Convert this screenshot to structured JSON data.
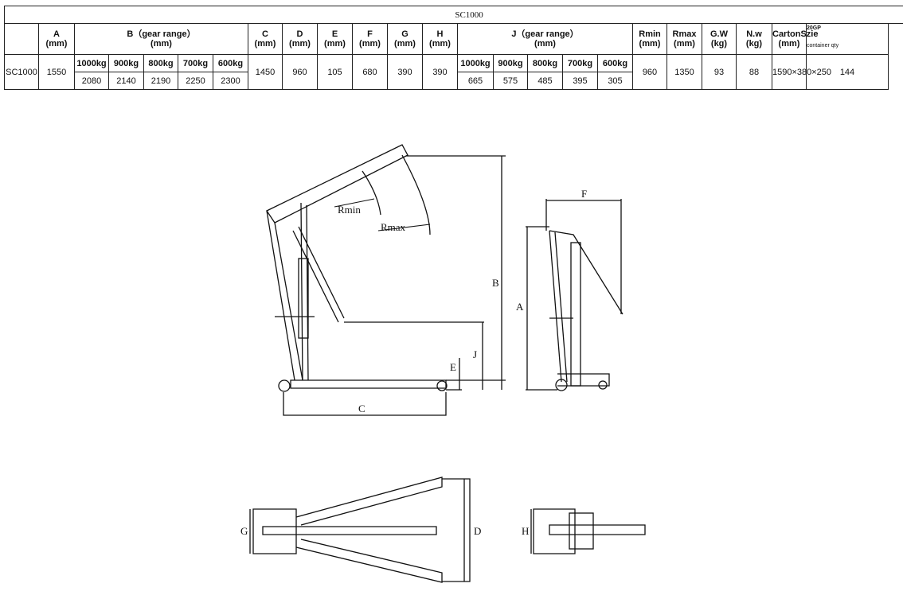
{
  "table": {
    "title": "SC1000",
    "headers": {
      "A": "A\n(mm)",
      "B": "B（gear range）",
      "B_unit": "(mm)",
      "C": "C",
      "D": "D",
      "E": "E",
      "F": "F",
      "G": "G",
      "H": "H",
      "unit": "(mm)",
      "J": "J（gear range）",
      "J_unit": "(mm)",
      "Rmin": "Rmin",
      "Rmax": "Rmax",
      "GW": "G.W",
      "NW": "N.w",
      "kg": "(kg)",
      "Carton": "CartonSzie",
      "container_top": "20GP",
      "container_bottom": "container qty"
    },
    "gears": [
      "1000kg",
      "900kg",
      "800kg",
      "700kg",
      "600kg"
    ],
    "row": {
      "model": "SC1000",
      "A": "1550",
      "B": [
        "2080",
        "2140",
        "2190",
        "2250",
        "2300"
      ],
      "C": "1450",
      "D": "960",
      "E": "105",
      "F": "680",
      "G": "390",
      "H": "390",
      "J": [
        "665",
        "575",
        "485",
        "395",
        "305"
      ],
      "Rmin": "960",
      "Rmax": "1350",
      "GW": "93",
      "NW": "88",
      "Carton": "1590×380×250",
      "container": "144"
    }
  },
  "drawing_labels": {
    "A": "A",
    "B": "B",
    "C": "C",
    "D": "D",
    "E": "E",
    "F": "F",
    "G": "G",
    "H": "H",
    "J": "J",
    "Rmin": "Rmin",
    "Rmax": "Rmax"
  }
}
